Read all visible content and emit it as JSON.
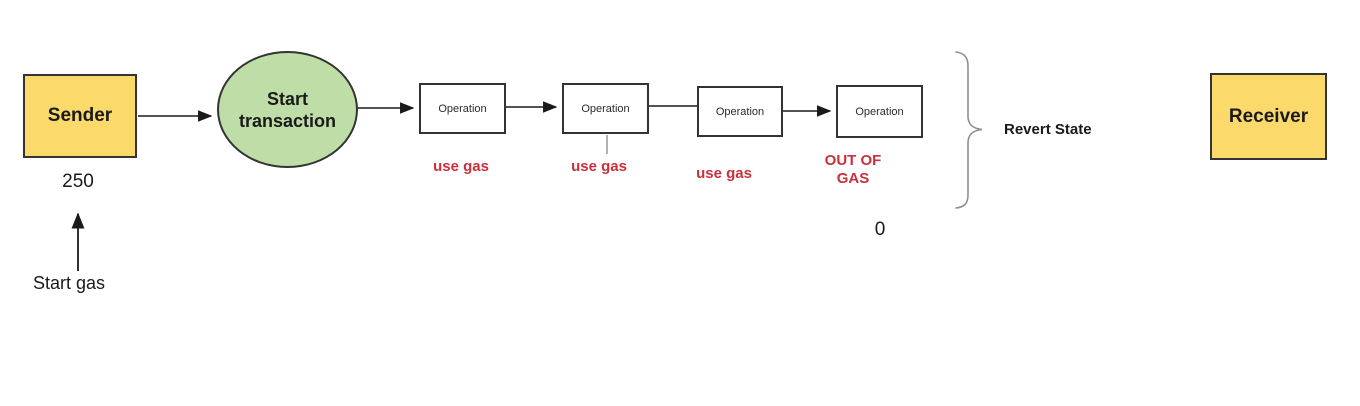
{
  "diagram": {
    "nodes": {
      "sender": {
        "label": "Sender",
        "fill": "#FBD96B"
      },
      "start_transaction": {
        "label": "Start transaction",
        "fill": "#BEDDA7"
      },
      "operation_1": {
        "label": "Operation"
      },
      "operation_2": {
        "label": "Operation"
      },
      "operation_3": {
        "label": "Operation"
      },
      "operation_4": {
        "label": "Operation"
      },
      "receiver": {
        "label": "Receiver",
        "fill": "#FBD96B"
      }
    },
    "annotations": {
      "start_gas_value": "250",
      "start_gas_label": "Start gas",
      "use_gas_1": "use gas",
      "use_gas_2": "use gas",
      "use_gas_3": "use gas",
      "out_of_gas": "OUT OF GAS",
      "end_gas_value": "0",
      "revert_state": "Revert State"
    },
    "colors": {
      "node_yellow": "#FBD96B",
      "node_green": "#BEDDA7",
      "node_border": "#333333",
      "gas_text_red": "#C9303C",
      "connector_black": "#1A1A1A",
      "brace_gray": "#8F8F8F",
      "background": "#FFFFFF"
    }
  }
}
